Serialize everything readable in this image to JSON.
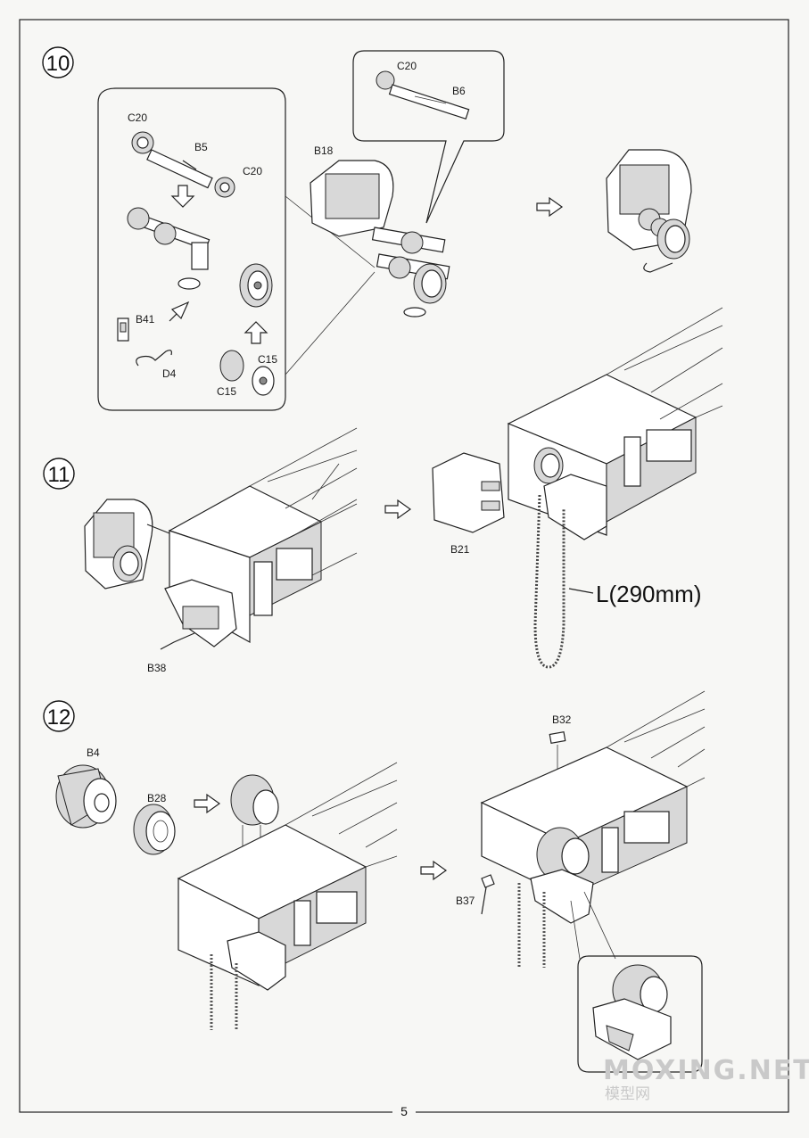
{
  "steps": [
    {
      "number": "10"
    },
    {
      "number": "11"
    },
    {
      "number": "12"
    }
  ],
  "parts": {
    "c20_a": "C20",
    "b5": "B5",
    "c20_b": "C20",
    "b41": "B41",
    "d4": "D4",
    "c15_a": "C15",
    "c15_b": "C15",
    "b18": "B18",
    "c20_c": "C20",
    "b6": "B6",
    "b21": "B21",
    "b38": "B38",
    "b4": "B4",
    "b28": "B28",
    "b32": "B32",
    "b37": "B37"
  },
  "chain_length": "L(290mm)",
  "page_number": "5",
  "watermark": {
    "text": "MOXING.NET",
    "subtext": "模型网"
  }
}
